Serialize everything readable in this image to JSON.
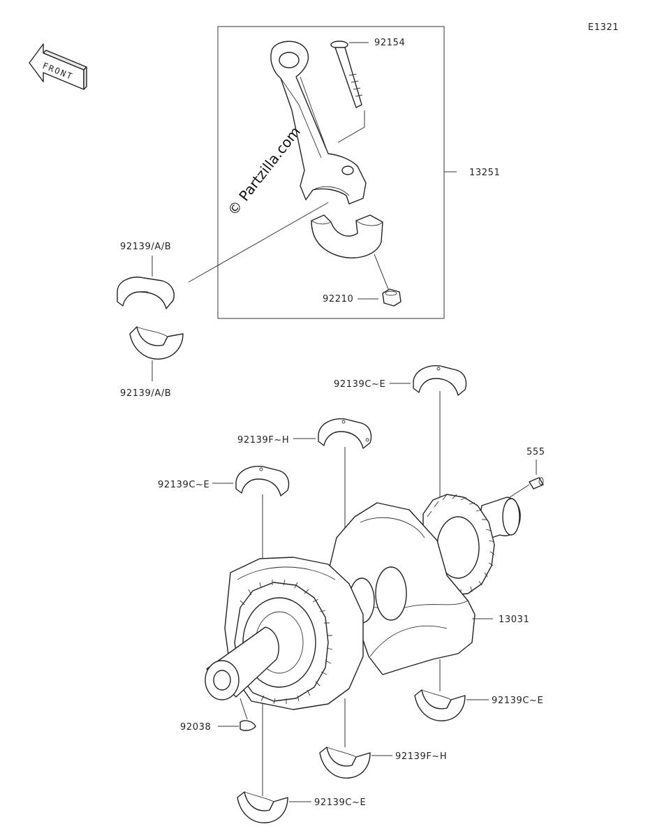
{
  "diagram_code": "E1321",
  "front_arrow_text": "FRONT",
  "watermark": "© Partzilla.com",
  "labels": {
    "p92154": "92154",
    "p13251": "13251",
    "p92139ab_top": "92139/A/B",
    "p92139ab_bottom": "92139/A/B",
    "p92210": "92210",
    "p92139ce_top": "92139C~E",
    "p92139fh_top": "92139F~H",
    "p92139ce_left": "92139C~E",
    "p555": "555",
    "p13031": "13031",
    "p92139ce_right": "92139C~E",
    "p92038": "92038",
    "p92139fh_bottom": "92139F~H",
    "p92139ce_bottom": "92139C~E"
  }
}
